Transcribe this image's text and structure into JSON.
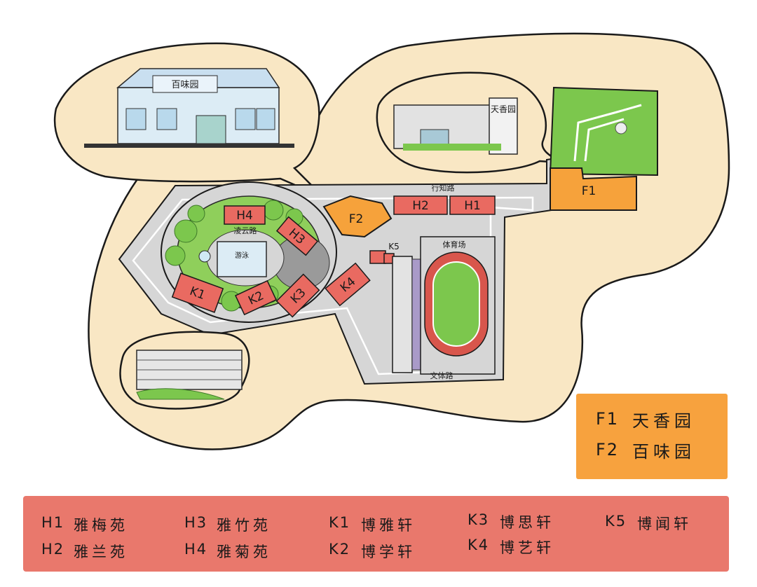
{
  "bubbles": {
    "baiwei_sign": "百味园",
    "tianxiang_sign": "天香园"
  },
  "roads": {
    "top_road": "行知路",
    "inner_road": "凌云路",
    "bottom_road": "文体路",
    "stadium": "体育场"
  },
  "map_labels": {
    "F1": "F1",
    "F2": "F2",
    "H1": "H1",
    "H2": "H2",
    "H3": "H3",
    "H4": "H4",
    "K1": "K1",
    "K2": "K2",
    "K3": "K3",
    "K4": "K4",
    "K5": "K5",
    "center_sign": "游泳"
  },
  "f_legend": [
    {
      "code": "F1",
      "name": "天香园"
    },
    {
      "code": "F2",
      "name": "百味园"
    }
  ],
  "b_legend": [
    {
      "code": "H1",
      "name": "雅梅苑"
    },
    {
      "code": "H2",
      "name": "雅兰苑"
    },
    {
      "code": "H3",
      "name": "雅竹苑"
    },
    {
      "code": "H4",
      "name": "雅菊苑"
    },
    {
      "code": "K1",
      "name": "博雅轩"
    },
    {
      "code": "K2",
      "name": "博学轩"
    },
    {
      "code": "K3",
      "name": "博思轩"
    },
    {
      "code": "K4",
      "name": "博艺轩"
    },
    {
      "code": "K5",
      "name": "博闻轩"
    }
  ],
  "colors": {
    "campus_fill": "#f9e7c4",
    "road": "#d6d6d6",
    "dorm": "#e96a61",
    "canteen": "#f6a23b",
    "green": "#7cc74d",
    "track": "#d8564c"
  }
}
